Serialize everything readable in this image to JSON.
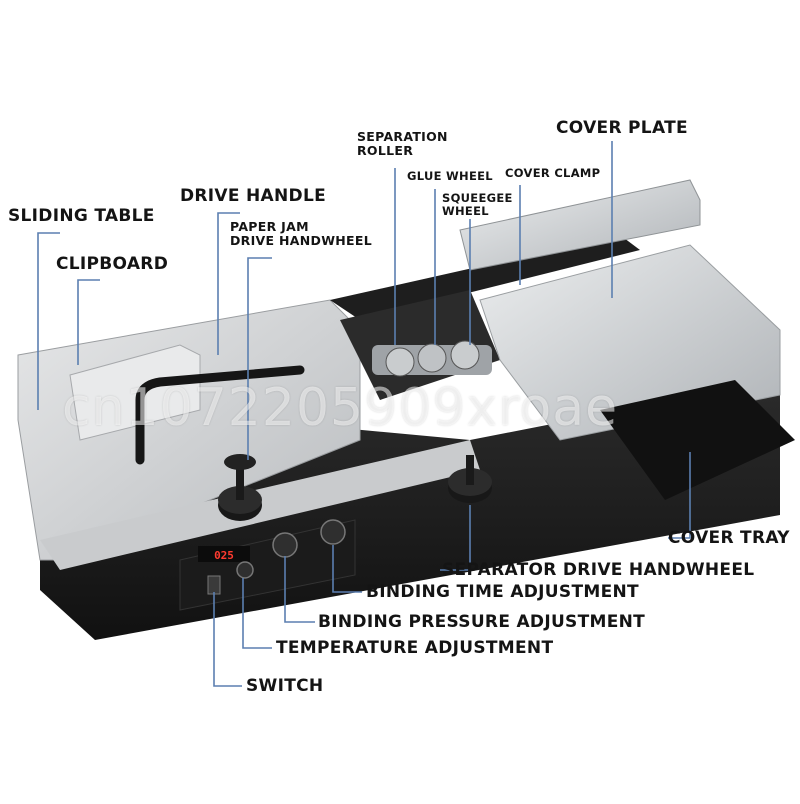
{
  "labels": {
    "sliding_table": "SLIDING TABLE",
    "clipboard": "CLIPBOARD",
    "drive_handle": "DRIVE HANDLE",
    "paper_jam": "PAPER JAM\nDRIVE HANDWHEEL",
    "separation_roller": "SEPARATION\nROLLER",
    "glue_wheel": "GLUE WHEEL",
    "squeegee_wheel": "SQUEEGEE\nWHEEL",
    "cover_clamp": "COVER CLAMP",
    "cover_plate": "COVER PLATE",
    "cover_tray": "COVER TRAY",
    "separator_drive": "SEPARATOR DRIVE HANDWHEEL",
    "binding_time": "BINDING TIME ADJUSTMENT",
    "binding_pressure": "BINDING PRESSURE ADJUSTMENT",
    "temperature": "TEMPERATURE ADJUSTMENT",
    "switch": "SWITCH"
  },
  "display": {
    "readout": "025"
  },
  "watermark": "cn1072205909xroae",
  "colors": {
    "leader_line": "#5b7fb0",
    "machine_body": "#1c1c1c",
    "machine_top": "#d4d6d8"
  }
}
